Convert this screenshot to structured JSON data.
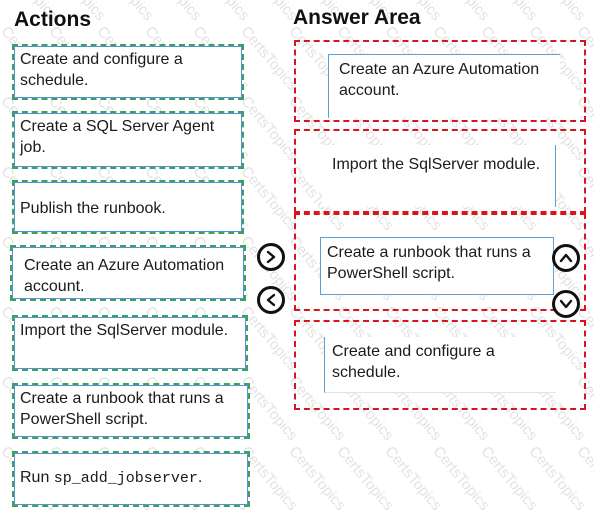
{
  "headings": {
    "actions": "Actions",
    "answer_area": "Answer Area"
  },
  "actions": [
    {
      "label": "Create and configure a schedule."
    },
    {
      "label": "Create a SQL Server Agent job."
    },
    {
      "label": "Publish the runbook."
    },
    {
      "label": "Create an Azure Automation account."
    },
    {
      "label": "Import the SqlServer module."
    },
    {
      "label": "Create a runbook that runs a PowerShell script."
    },
    {
      "label_prefix": "Run ",
      "label_code": "sp_add_jobserver",
      "label_suffix": "."
    }
  ],
  "answer_area": [
    {
      "label": "Create an Azure Automation account."
    },
    {
      "label": "Import the SqlServer module."
    },
    {
      "label": "Create a runbook that runs a PowerShell script."
    },
    {
      "label": "Create and configure a schedule."
    }
  ],
  "controls": {
    "move_right_icon": "chevron-right-icon",
    "move_left_icon": "chevron-left-icon",
    "move_up_icon": "chevron-up-icon",
    "move_down_icon": "chevron-down-icon"
  },
  "watermark": "CertsTopics",
  "colors": {
    "action_border": "#3aa35a",
    "zone_border": "#d9141c",
    "item_border": "#5aa0d8"
  }
}
